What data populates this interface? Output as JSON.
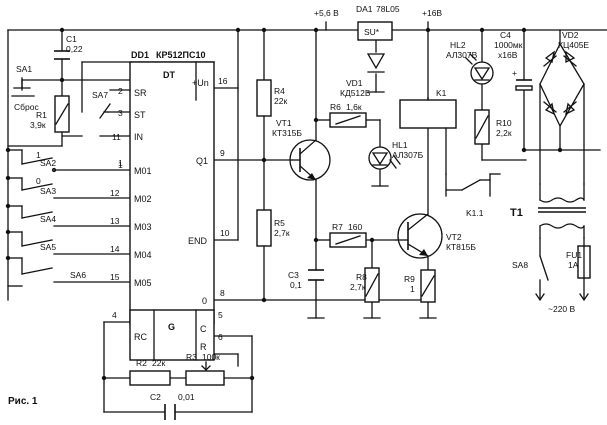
{
  "figure": {
    "caption": "Рис. 1"
  },
  "rails": {
    "v56": "+5,6 В",
    "v16": "+16В",
    "mains": "~220 В"
  },
  "chip": {
    "ref": "DD1",
    "type": "КР512ПС10",
    "inner_label": "DT",
    "power_label": "+Un",
    "left_pins": [
      {
        "num": "2",
        "name": "SR"
      },
      {
        "num": "3",
        "name": "ST"
      },
      {
        "num": "11",
        "name": "IN"
      },
      {
        "num": "1",
        "name": "M01"
      },
      {
        "num": "12",
        "name": "M02"
      },
      {
        "num": "13",
        "name": "M03"
      },
      {
        "num": "14",
        "name": "M04"
      },
      {
        "num": "15",
        "name": "M05"
      }
    ],
    "right_pins": [
      {
        "num": "16",
        "name": ""
      },
      {
        "num": "9",
        "name": "Q1"
      },
      {
        "num": "10",
        "name": "END"
      },
      {
        "num": "8",
        "name": "0"
      }
    ],
    "osc_block": {
      "g_label": "G",
      "rc_label": "RC",
      "c_label": "C",
      "r_label": "R",
      "pin_rc": "4",
      "pin_c": "5",
      "pin_r": "6"
    }
  },
  "components": {
    "sa1": {
      "ref": "SA1",
      "extra": "Сброс"
    },
    "c1": {
      "ref": "C1",
      "value": "0,22"
    },
    "r1": {
      "ref": "R1",
      "value": "3,9к"
    },
    "sa7": {
      "ref": "SA7"
    },
    "sa_group": [
      {
        "ref": "SA2",
        "pin": "1"
      },
      {
        "ref": "SA3",
        "pin": "12"
      },
      {
        "ref": "SA4",
        "pin": "13"
      },
      {
        "ref": "SA5",
        "pin": "14"
      },
      {
        "ref": "SA6",
        "pin": "15"
      }
    ],
    "sa2_states": {
      "on": "1",
      "off": "0"
    },
    "r2": {
      "ref": "R2",
      "value": "22к"
    },
    "r3": {
      "ref": "R3",
      "value": "100к"
    },
    "c2": {
      "ref": "C2",
      "value": "0,01"
    },
    "r4": {
      "ref": "R4",
      "value": "22к"
    },
    "r5": {
      "ref": "R5",
      "value": "2,7к"
    },
    "c3": {
      "ref": "C3",
      "value": "0,1"
    },
    "r6": {
      "ref": "R6",
      "value": "1,6к"
    },
    "hl1": {
      "ref": "HL1",
      "value": "АЛ307Б"
    },
    "vt1": {
      "ref": "VT1",
      "value": "КТ315Б"
    },
    "r7": {
      "ref": "R7",
      "value": "160"
    },
    "vt2": {
      "ref": "VT2",
      "value": "КТ815Б"
    },
    "r8": {
      "ref": "R8",
      "value": "2,7к"
    },
    "r9": {
      "ref": "R9",
      "value": "1"
    },
    "da1": {
      "ref": "DA1",
      "value": "78L05",
      "body": "SU*"
    },
    "vd1": {
      "ref": "VD1",
      "value": "КД512Б"
    },
    "hl2": {
      "ref": "HL2",
      "value": "АЛ307В"
    },
    "r10": {
      "ref": "R10",
      "value": "2,2к"
    },
    "k1": {
      "ref": "K1",
      "contact": "K1.1"
    },
    "c4": {
      "ref": "C4",
      "value": "1000мк",
      "voltage": "x16В",
      "polarity": "+"
    },
    "vd2": {
      "ref": "VD2",
      "value": "КЦ405Е"
    },
    "t1": {
      "ref": "T1"
    },
    "sa8": {
      "ref": "SA8"
    },
    "fu1": {
      "ref": "FU1",
      "value": "1А"
    }
  }
}
